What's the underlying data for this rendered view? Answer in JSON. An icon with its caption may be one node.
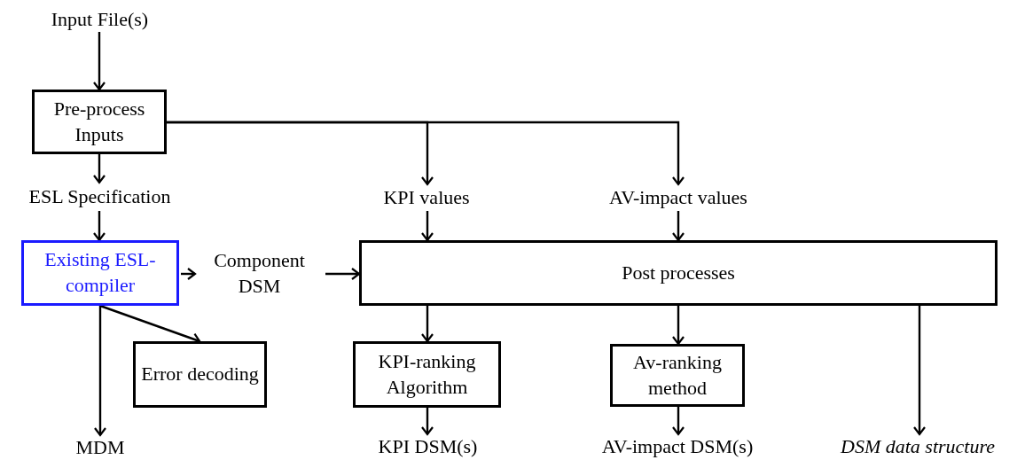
{
  "diagram": {
    "nodes": [
      {
        "text": [
          "Input File(s)"
        ]
      },
      {
        "text": [
          "Pre-process Inputs"
        ]
      },
      {
        "text": [
          "ESL Specification"
        ]
      },
      {
        "text": [
          "Existing ESL-compiler"
        ]
      },
      {
        "text": [
          "Component DSM"
        ]
      },
      {
        "text": [
          "KPI values"
        ]
      },
      {
        "text": [
          "AV-impact values"
        ]
      },
      {
        "text": [
          "Post processes"
        ]
      },
      {
        "text": [
          "Error decoding"
        ]
      },
      {
        "text": [
          "MDM"
        ]
      },
      {
        "text": [
          "KPI-ranking Algorithm"
        ]
      },
      {
        "text": [
          "Av-ranking method"
        ]
      },
      {
        "text": [
          "KPI DSM(s)"
        ]
      },
      {
        "text": [
          "AV-impact DSM(s)"
        ]
      },
      {
        "text": [
          "DSM data structure"
        ]
      }
    ],
    "edges": [
      {
        "from": 0,
        "to": 1,
        "arrow": "to"
      },
      {
        "from": 1,
        "to": 2,
        "arrow": "to"
      },
      {
        "from": 1,
        "to": 5,
        "arrow": "to"
      },
      {
        "from": 1,
        "to": 6,
        "arrow": "to"
      },
      {
        "from": 2,
        "to": 3,
        "arrow": "to"
      },
      {
        "from": 3,
        "to": 4,
        "arrow": "to"
      },
      {
        "from": 4,
        "to": 7,
        "arrow": "to"
      },
      {
        "from": 5,
        "to": 7,
        "arrow": "to"
      },
      {
        "from": 6,
        "to": 7,
        "arrow": "to"
      },
      {
        "from": 3,
        "to": 8,
        "arrow": "to"
      },
      {
        "from": 3,
        "to": 9,
        "arrow": "to"
      },
      {
        "from": 7,
        "to": 10,
        "arrow": "to"
      },
      {
        "from": 7,
        "to": 11,
        "arrow": "to"
      },
      {
        "from": 7,
        "to": 14,
        "arrow": "to"
      },
      {
        "from": 10,
        "to": 12,
        "arrow": "to"
      },
      {
        "from": 11,
        "to": 13,
        "arrow": "to"
      }
    ]
  }
}
